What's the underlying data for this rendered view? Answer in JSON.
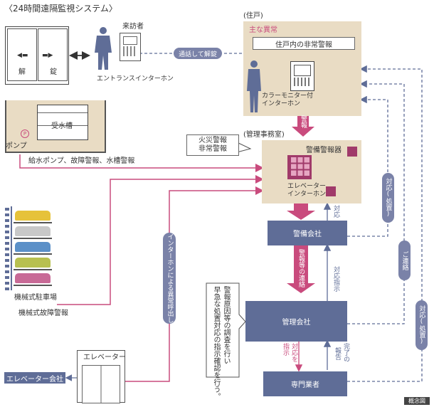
{
  "title": "〈24時間遠隔監視システム〉",
  "residence": {
    "label": "(住戸)",
    "main_anomaly": "主な異常",
    "emergency_alarm": "住戸内の非常警報",
    "intercom": "カラーモニター付\nインターホン"
  },
  "entrance": {
    "visitor": "来訪者",
    "intercom": "エントランスインターホン",
    "unlock": "通話して解錠",
    "door_left": "解",
    "door_right": "錠"
  },
  "tank": {
    "water_tank": "受水槽",
    "pump": "ポンプ",
    "pump_symbol": "P",
    "alarms": "給水ポンプ、故障警報、水槽警報"
  },
  "management_office": {
    "label": "(管理事務室)",
    "fire_alarm": "火災警報\n非常警報",
    "security_panel": "警備警報器",
    "elevator_intercom": "エレベーター\nインターホン"
  },
  "parking": {
    "label": "機械式駐車場",
    "fault": "機械式故障警報"
  },
  "intercom_call": "インターホンによる異常呼出し",
  "elevator": {
    "label": "エレベーター",
    "company": "エレベーター会社"
  },
  "alarm_arrow": "警報",
  "security_company": "警備会社",
  "response": "対応",
  "alarm_contact": "警報等の連絡",
  "response_instruction": "対応指示",
  "investigation": "警報原因等の調査を行い\n早急な処置対応の指示確認を行う。",
  "management_company": "管理会社",
  "specialist": "専門業者",
  "instruct": "指示",
  "respond_to": "対応を",
  "report": "報告",
  "completed": "完了の",
  "action1": "対応(処置)",
  "contact": "ご連絡",
  "action2": "対応(処置)",
  "caption": "概念図"
}
